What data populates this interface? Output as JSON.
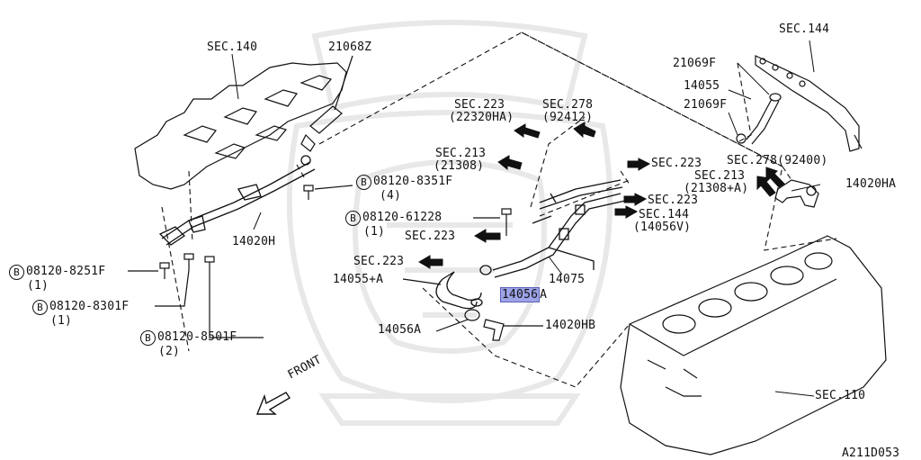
{
  "labels": {
    "sec140": "SEC.140",
    "p21068z": "21068Z",
    "sec144_top": "SEC.144",
    "p21069f_a": "21069F",
    "p14055": "14055",
    "p21069f_b": "21069F",
    "sec223_a": "SEC.223",
    "p22320ha": "(22320HA)",
    "sec278_a": "SEC.278",
    "p92412": "(92412)",
    "sec213_a": "SEC.213",
    "p21308": "(21308)",
    "sec223_b": "SEC.223",
    "sec213_b": "SEC.213",
    "p21308a": "(21308+A)",
    "sec278_b": "SEC.278(92400)",
    "p14020ha": "14020HA",
    "sec223_c": "SEC.223",
    "sec144_b": "SEC.144",
    "p14056v": "(14056V)",
    "bolt_b": "B",
    "b8351f": "08120-8351F",
    "q4": "(4)",
    "b61228": "08120-61228",
    "q1_a": "(1)",
    "sec223_d": "SEC.223",
    "p14020h": "14020H",
    "sec223_e": "SEC.223",
    "p14055a": "14055+A",
    "p14075": "14075",
    "p14056a_hl": "14056",
    "suffix_a": "A",
    "b8251f": "08120-8251F",
    "q1_b": "(1)",
    "b8301f": "08120-8301F",
    "q1_c": "(1)",
    "b8501f": "08120-8501F",
    "q2": "(2)",
    "p14056a_b": "14056A",
    "p14020hb": "14020HB",
    "front": "FRONT",
    "sec110": "SEC.110",
    "drawing_no": "A211D053"
  },
  "colors": {
    "ink": "#111111",
    "highlight": "#9da3e6",
    "watermark": "#e6e6e6"
  }
}
